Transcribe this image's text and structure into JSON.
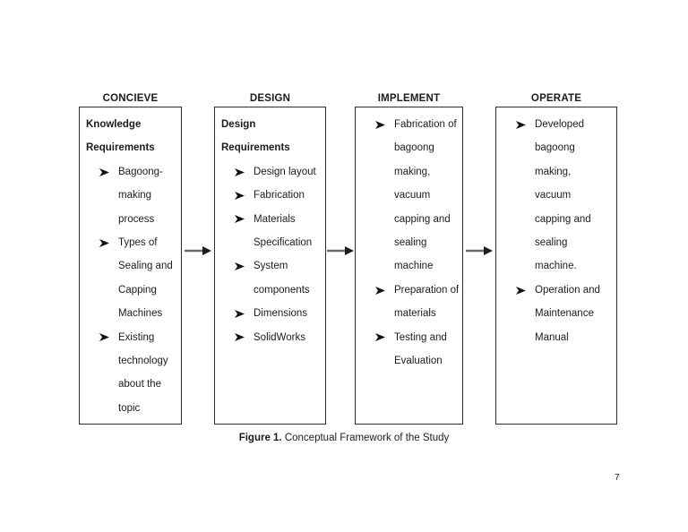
{
  "figure": {
    "caption_label": "Figure 1.",
    "caption_text": " Conceptual Framework of the Study"
  },
  "page_number": "7",
  "bullet_icon": "right-arrowhead",
  "colors": {
    "text": "#1c1c1c",
    "box_border": "#2d2d2d",
    "arrow_shaft": "#6b6b6b",
    "arrow_head": "#1e1e1e"
  },
  "columns": [
    {
      "header": "CONCIEVE",
      "title_lines": [
        "Knowledge",
        "Requirements"
      ],
      "items": [
        {
          "lines": [
            "Bagoong-",
            "making",
            "process"
          ]
        },
        {
          "lines": [
            "Types of",
            "Sealing and",
            "Capping",
            "Machines"
          ]
        },
        {
          "lines": [
            "Existing",
            "technology",
            "about the",
            "topic"
          ]
        }
      ]
    },
    {
      "header": "DESIGN",
      "title_lines": [
        "Design",
        "Requirements"
      ],
      "items": [
        {
          "lines": [
            "Design layout"
          ]
        },
        {
          "lines": [
            "Fabrication"
          ]
        },
        {
          "lines": [
            "Materials",
            "Specification"
          ]
        },
        {
          "lines": [
            "System",
            "components"
          ]
        },
        {
          "lines": [
            "Dimensions"
          ]
        },
        {
          "lines": [
            "SolidWorks"
          ]
        }
      ]
    },
    {
      "header": "IMPLEMENT",
      "title_lines": [],
      "items": [
        {
          "lines": [
            "Fabrication of",
            "bagoong",
            "making,",
            "vacuum",
            "capping and",
            "sealing",
            "machine"
          ]
        },
        {
          "lines": [
            "Preparation of",
            "materials"
          ]
        },
        {
          "lines": [
            "Testing and",
            "Evaluation"
          ]
        }
      ]
    },
    {
      "header": "OPERATE",
      "title_lines": [],
      "items": [
        {
          "lines": [
            "Developed",
            "bagoong",
            "making,",
            "vacuum",
            "capping and",
            "sealing",
            "machine."
          ]
        },
        {
          "lines": [
            "Operation and",
            "Maintenance",
            "Manual"
          ]
        }
      ]
    }
  ]
}
